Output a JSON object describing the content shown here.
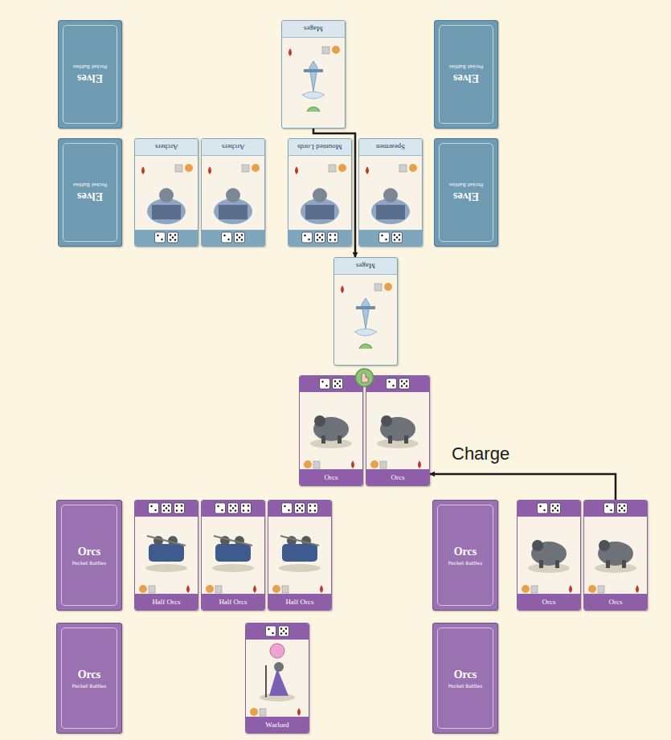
{
  "diagram": {
    "nodes": [
      {
        "text": [
          "Elves",
          "Pocket Battles"
        ]
      },
      {
        "text": [
          "Mages"
        ]
      },
      {
        "text": [
          "Elves",
          "Pocket Battles"
        ]
      },
      {
        "text": [
          "Elves",
          "Pocket Battles"
        ]
      },
      {
        "text": [
          "Archers"
        ]
      },
      {
        "text": [
          "Archers"
        ]
      },
      {
        "text": [
          "Mounted Lords"
        ]
      },
      {
        "text": [
          "Spearmen"
        ]
      },
      {
        "text": [
          "Elves",
          "Pocket Battles"
        ]
      },
      {
        "text": [
          "Mages"
        ]
      },
      {
        "text": [
          "Orcs"
        ]
      },
      {
        "text": [
          "Orcs"
        ]
      },
      {
        "text": [
          "Orcs",
          "Pocket Battles"
        ]
      },
      {
        "text": [
          "Half Orcs"
        ]
      },
      {
        "text": [
          "Half Orcs"
        ]
      },
      {
        "text": [
          "Half Orcs"
        ]
      },
      {
        "text": [
          "Orcs",
          "Pocket Battles"
        ]
      },
      {
        "text": [
          "Orcs"
        ]
      },
      {
        "text": [
          "Orcs"
        ]
      },
      {
        "text": [
          "Orcs",
          "Pocket Battles"
        ]
      },
      {
        "text": [
          "Warlord"
        ]
      },
      {
        "text": [
          "Orcs",
          "Pocket Battles"
        ]
      }
    ],
    "edges": [
      {
        "from": 1,
        "to": 9,
        "arrow": "to"
      },
      {
        "from": 18,
        "to": 11,
        "label": "Charge",
        "arrow": "to"
      }
    ]
  }
}
